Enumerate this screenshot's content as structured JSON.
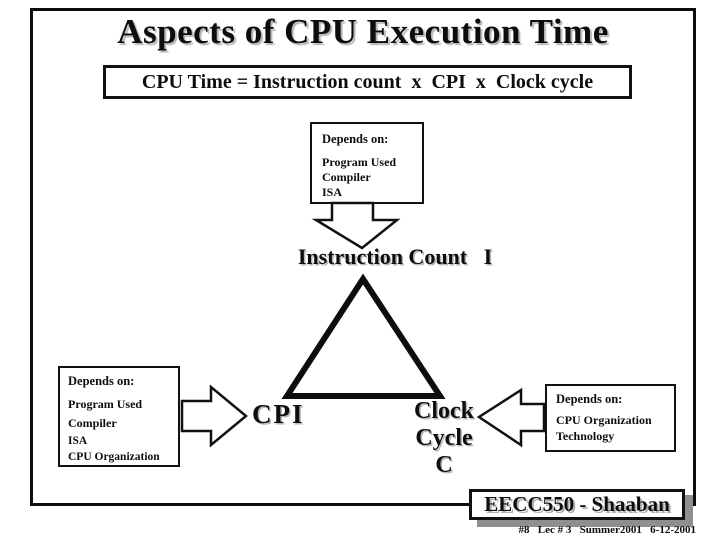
{
  "slide": {
    "title": "Aspects of CPU Execution Time",
    "formula": "CPU Time = Instruction count  x  CPI  x  Clock cycle",
    "instruction_count": {
      "depends_heading": "Depends on:",
      "depends_items": [
        "Program Used",
        "Compiler",
        "ISA"
      ],
      "label": "Instruction Count   I"
    },
    "cpi": {
      "depends_heading": "Depends on:",
      "depends_items": [
        "Program Used",
        "Compiler",
        "ISA",
        "CPU Organization"
      ],
      "label": "CPI"
    },
    "clock_cycle": {
      "depends_heading": "Depends on:",
      "depends_items": [
        "CPU Organization",
        "Technology"
      ],
      "label_lines": [
        "Clock",
        "Cycle",
        "C"
      ]
    },
    "footer": {
      "badge": "EECC550 - Shaaban",
      "meta": "#8   Lec # 3   Summer2001   6-12-2001"
    }
  },
  "colors": {
    "background": "#ffffff",
    "text": "#0d0d0d",
    "border": "#0d0d0d",
    "shadow_gray": "#8f8f8f",
    "text_shadow_gray": "#b5b5b5"
  }
}
